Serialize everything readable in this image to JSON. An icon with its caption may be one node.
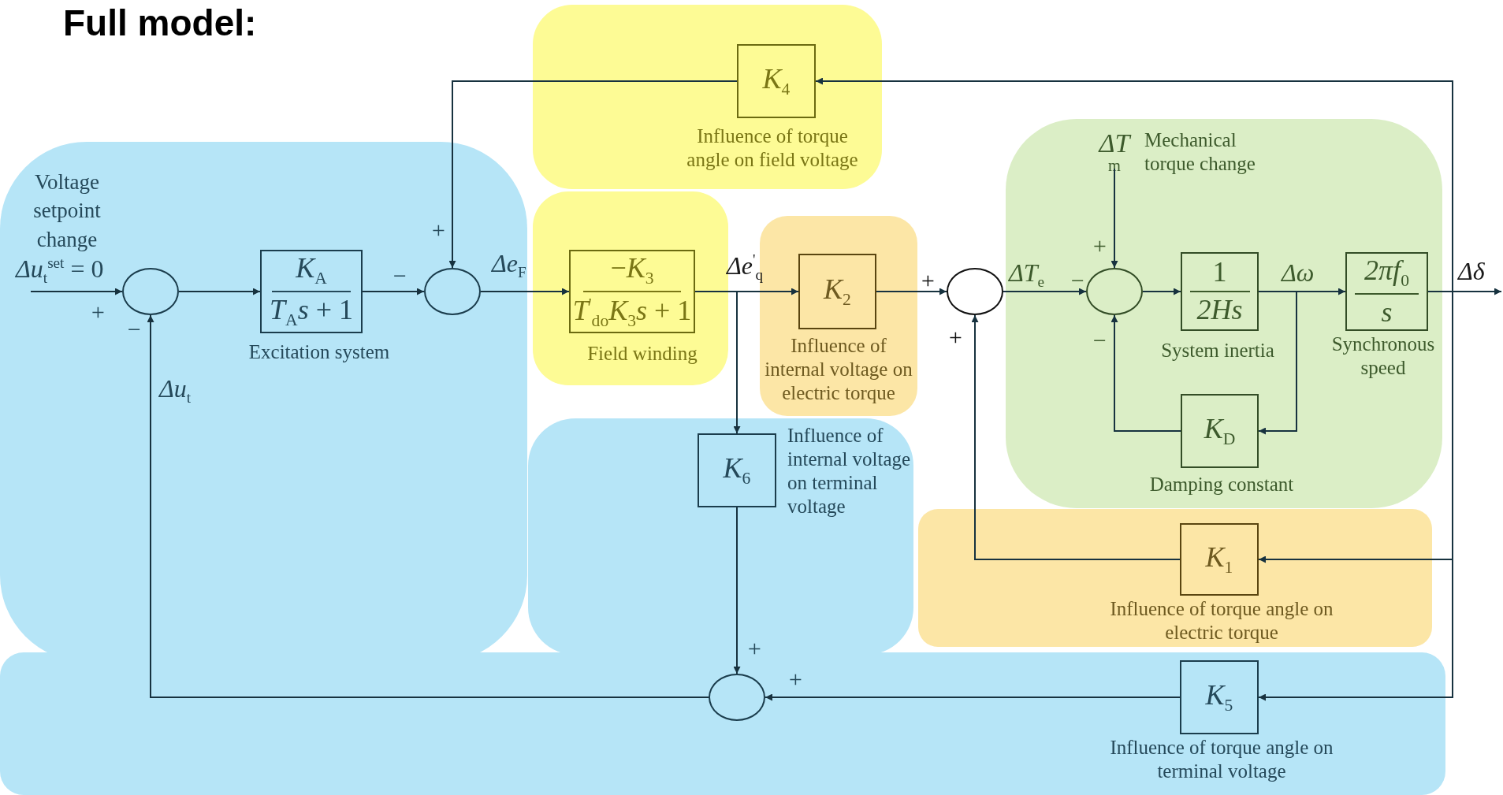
{
  "diagram": {
    "title": "Full model:",
    "nodes": [
      {
        "text": [
          "*K*$_{4}$"
        ],
        "beside": [
          "Influence of torque angle on field voltage"
        ]
      },
      {
        "text": [
          "*ΔT*$_{m}$"
        ],
        "beside": [
          "Mechanical torque change"
        ]
      },
      {
        "text": [],
        "shape": "circle"
      },
      {
        "text": [
          "*K*$_{A}$",
          "*T*$_{A}$*s* + 1"
        ],
        "beside": [
          "Excitation system"
        ]
      },
      {
        "text": [],
        "shape": "circle"
      },
      {
        "text": [
          "−*K*$_{3}$",
          "*T*$^{'}$$_{do}$*K*$_{3}$*s* + 1"
        ],
        "beside": [
          "Field winding"
        ]
      },
      {
        "text": [
          "*K*$_{2}$"
        ],
        "beside": [
          "Influence of internal voltage on electric torque"
        ]
      },
      {
        "text": [],
        "shape": "circle"
      },
      {
        "text": [],
        "shape": "circle"
      },
      {
        "text": [
          "1",
          "*2Hs*"
        ],
        "beside": [
          "System inertia"
        ]
      },
      {
        "text": [
          "*2πf*$_{0}$",
          "*s*"
        ],
        "beside": [
          "Synchronous speed"
        ]
      },
      {
        "text": [
          "*K*$_{D}$"
        ],
        "beside": [
          "Damping constant"
        ]
      },
      {
        "text": [
          "*K*$_{6}$"
        ],
        "beside": [
          "Influence of internal voltage on terminal voltage"
        ]
      },
      {
        "text": [
          "*K*$_{1}$"
        ],
        "beside": [
          "Influence of torque angle on electric torque"
        ]
      },
      {
        "text": [],
        "shape": "circle"
      },
      {
        "text": [
          "*K*$_{5}$"
        ],
        "beside": [
          "Influence of torque angle on terminal voltage"
        ]
      }
    ],
    "edges": [
      {
        "from": null,
        "to": 2,
        "arrow": "to",
        "label": "*Δu*$_{t}$$^{set}$ = 0"
      },
      {
        "from": 2,
        "to": 3,
        "arrow": "to"
      },
      {
        "from": 3,
        "to": 4,
        "arrow": "to"
      },
      {
        "from": 0,
        "to": 4,
        "arrow": "to"
      },
      {
        "from": 4,
        "to": 5,
        "arrow": "to",
        "label": "*Δe*$_{F}$"
      },
      {
        "from": 5,
        "to": 6,
        "arrow": "to",
        "label": "*Δe*$^{'}$$_{q}$"
      },
      {
        "from": 5,
        "to": 12,
        "arrow": "to"
      },
      {
        "from": 6,
        "to": 7,
        "arrow": "to"
      },
      {
        "from": 7,
        "to": 8,
        "arrow": "to",
        "label": "*ΔT*$_{e}$"
      },
      {
        "from": 1,
        "to": 8,
        "arrow": "to"
      },
      {
        "from": 8,
        "to": 9,
        "arrow": "to"
      },
      {
        "from": 9,
        "to": 10,
        "arrow": "to",
        "label": "*Δω*"
      },
      {
        "from": 9,
        "to": 11,
        "arrow": "to"
      },
      {
        "from": 11,
        "to": 8,
        "arrow": "to"
      },
      {
        "from": 10,
        "to": null,
        "arrow": "to",
        "label": "*Δδ*"
      },
      {
        "from": 10,
        "to": 0,
        "arrow": "to"
      },
      {
        "from": 10,
        "to": 13,
        "arrow": "to"
      },
      {
        "from": 10,
        "to": 15,
        "arrow": "to"
      },
      {
        "from": 13,
        "to": 7,
        "arrow": "to"
      },
      {
        "from": 12,
        "to": 14,
        "arrow": "to"
      },
      {
        "from": 15,
        "to": 14,
        "arrow": "to"
      },
      {
        "from": 14,
        "to": 2,
        "arrow": "to",
        "label": "*Δu*$_{t}$"
      }
    ],
    "labels": [
      "Voltage setpoint change",
      "+",
      "+",
      "−",
      "+",
      "−",
      "+",
      "−",
      "+",
      "−",
      "+",
      "+"
    ]
  }
}
